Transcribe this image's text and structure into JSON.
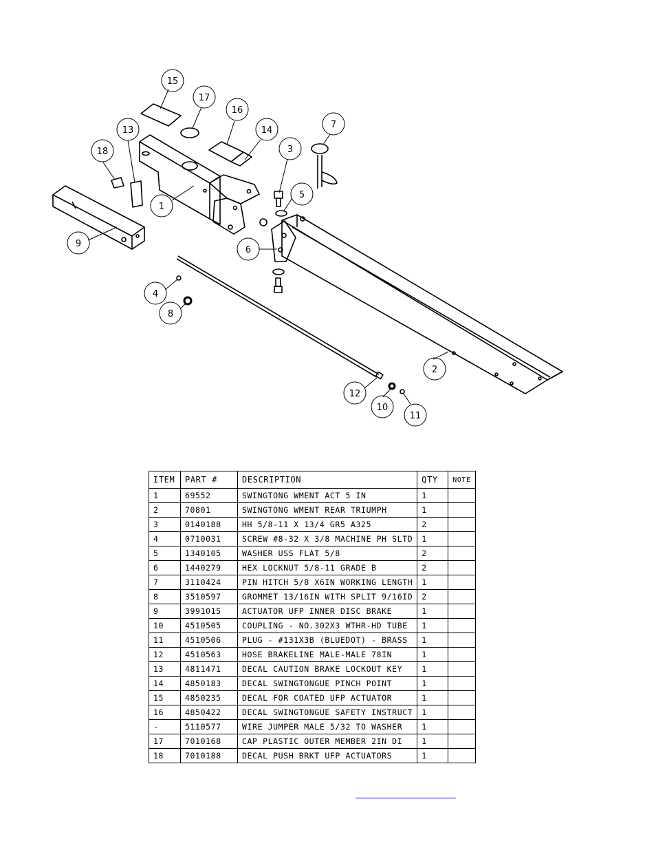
{
  "callouts": [
    "15",
    "17",
    "16",
    "14",
    "13",
    "18",
    "7",
    "3",
    "5",
    "1",
    "9",
    "6",
    "4",
    "8",
    "2",
    "12",
    "10",
    "11"
  ],
  "table": {
    "headers": [
      "ITEM",
      "PART #",
      "DESCRIPTION",
      "QTY",
      "NOTE"
    ],
    "rows": [
      {
        "item": "1",
        "part": "69552",
        "desc": "SWINGTONG WMENT ACT 5 IN",
        "qty": "1",
        "note": ""
      },
      {
        "item": "2",
        "part": "70801",
        "desc": "SWINGTONG WMENT REAR TRIUMPH",
        "qty": "1",
        "note": ""
      },
      {
        "item": "3",
        "part": "0140188",
        "desc": "HH 5/8-11 X 13/4  GR5 A325",
        "qty": "2",
        "note": ""
      },
      {
        "item": "4",
        "part": "0710031",
        "desc": "SCREW #8-32 X 3/8 MACHINE PH SLTD",
        "qty": "1",
        "note": ""
      },
      {
        "item": "5",
        "part": "1340105",
        "desc": "WASHER USS FLAT 5/8",
        "qty": "2",
        "note": ""
      },
      {
        "item": "6",
        "part": "1440279",
        "desc": "HEX LOCKNUT 5/8-11 GRADE B",
        "qty": "2",
        "note": ""
      },
      {
        "item": "7",
        "part": "3110424",
        "desc": "PIN HITCH 5/8 X6IN WORKING LENGTH",
        "qty": "1",
        "note": ""
      },
      {
        "item": "8",
        "part": "3510597",
        "desc": "GROMMET 13/16IN  WITH SPLIT 9/16ID",
        "qty": "2",
        "note": ""
      },
      {
        "item": "9",
        "part": "3991015",
        "desc": "ACTUATOR UFP INNER  DISC BRAKE",
        "qty": "1",
        "note": ""
      },
      {
        "item": "10",
        "part": "4510505",
        "desc": "COUPLING - NO.302X3 WTHR-HD TUBE",
        "qty": "1",
        "note": ""
      },
      {
        "item": "11",
        "part": "4510506",
        "desc": "PLUG - #131X3B (BLUEDOT) - BRASS",
        "qty": "1",
        "note": ""
      },
      {
        "item": "12",
        "part": "4510563",
        "desc": "HOSE BRAKELINE MALE-MALE 78IN",
        "qty": "1",
        "note": ""
      },
      {
        "item": "13",
        "part": "4811471",
        "desc": "DECAL CAUTION BRAKE LOCKOUT KEY",
        "qty": "1",
        "note": ""
      },
      {
        "item": "14",
        "part": "4850183",
        "desc": "DECAL SWINGTONGUE PINCH POINT",
        "qty": "1",
        "note": ""
      },
      {
        "item": "15",
        "part": "4850235",
        "desc": "DECAL FOR COATED UFP ACTUATOR",
        "qty": "1",
        "note": ""
      },
      {
        "item": "16",
        "part": "4850422",
        "desc": "DECAL SWINGTONGUE SAFETY INSTRUCT",
        "qty": "1",
        "note": ""
      },
      {
        "item": "-",
        "part": "5110577",
        "desc": "WIRE JUMPER MALE 5/32 TO WASHER",
        "qty": "1",
        "note": ""
      },
      {
        "item": "17",
        "part": "7010168",
        "desc": "CAP  PLASTIC OUTER MEMBER 2IN DI",
        "qty": "1",
        "note": ""
      },
      {
        "item": "18",
        "part": "7010188",
        "desc": "DECAL PUSH BRKT UFP ACTUATORS",
        "qty": "1",
        "note": ""
      }
    ]
  }
}
